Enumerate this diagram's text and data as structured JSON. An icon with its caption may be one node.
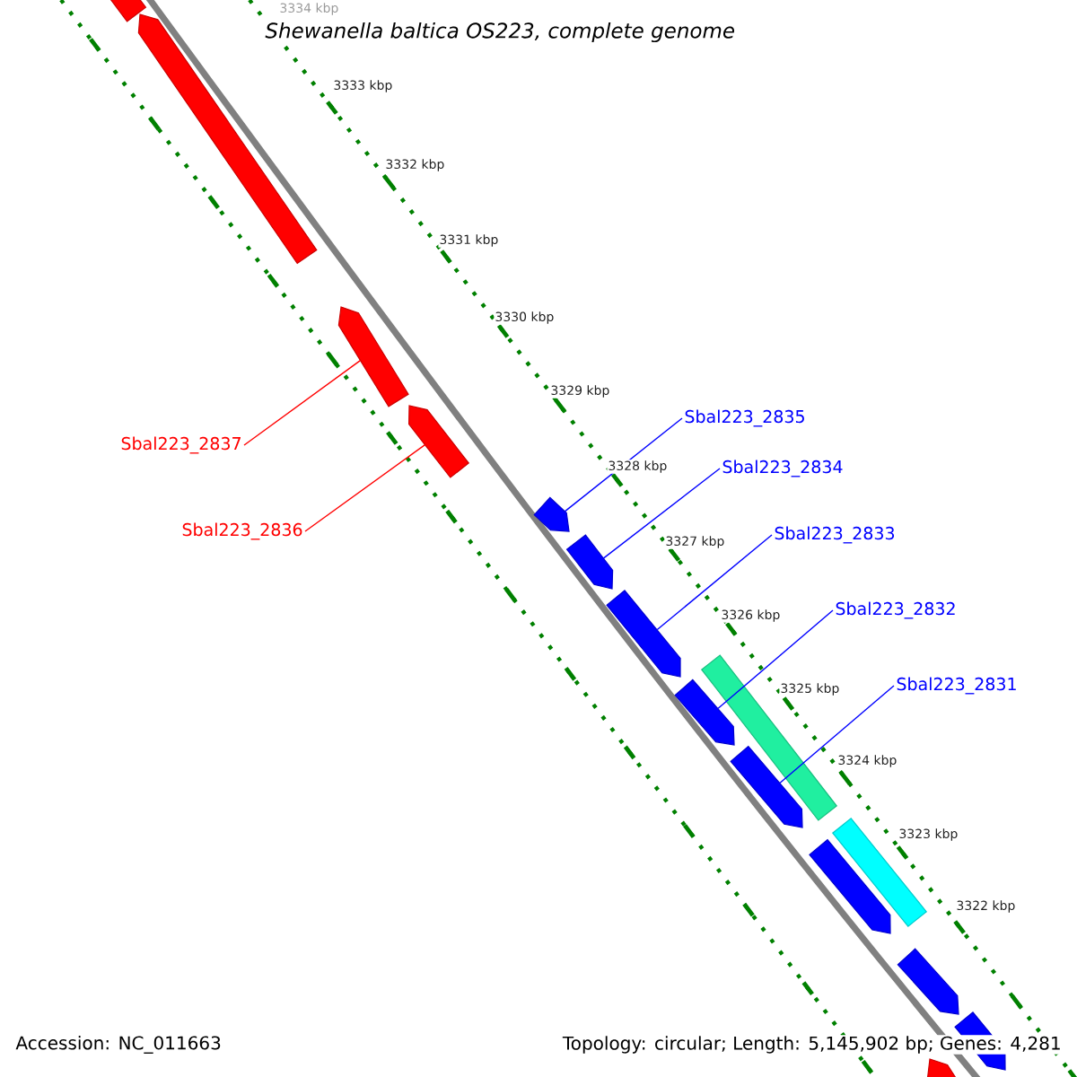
{
  "diagram": {
    "title": "Shewanella baltica OS223, complete genome",
    "nodes": [
      {
        "text": [],
        "shape": "arrow"
      },
      {
        "text": [],
        "shape": "arrow"
      },
      {
        "text": [],
        "shape": "arrow"
      },
      {
        "text": [],
        "shape": "arrow"
      },
      {
        "text": [
          "Sbal223_2835"
        ]
      },
      {
        "text": [
          "Sbal223_2837"
        ]
      },
      {
        "text": [
          "Sbal223_2834"
        ]
      },
      {
        "text": [],
        "shape": "arrow"
      },
      {
        "text": [
          "Sbal223_2836"
        ]
      },
      {
        "text": [],
        "shape": "arrow"
      },
      {
        "text": [
          "Sbal223_2833"
        ]
      },
      {
        "text": [],
        "shape": "arrow"
      },
      {
        "text": [
          "Sbal223_2832"
        ]
      },
      {
        "text": [],
        "shape": "arrow"
      },
      {
        "text": [],
        "shape": "arrow"
      },
      {
        "text": [
          "Sbal223_2831"
        ]
      },
      {
        "text": [],
        "shape": "arrow"
      },
      {
        "text": [],
        "shape": "arrow"
      },
      {
        "text": [],
        "shape": "arrow"
      },
      {
        "text": [],
        "shape": "arrow"
      },
      {
        "text": [],
        "shape": "arrow"
      },
      {
        "text": [],
        "shape": "arrow"
      }
    ],
    "edges": [
      {
        "from": 5,
        "to": 2,
        "arrow": "none",
        "color": "#ff0000"
      },
      {
        "from": 8,
        "to": 3,
        "arrow": "none",
        "color": "#ff0000"
      },
      {
        "from": 4,
        "to": 7,
        "arrow": "none"
      },
      {
        "from": 6,
        "to": 9,
        "arrow": "none"
      },
      {
        "from": 10,
        "to": 11,
        "arrow": "none"
      },
      {
        "from": 12,
        "to": 14,
        "arrow": "none"
      },
      {
        "from": 15,
        "to": 16,
        "arrow": "none"
      }
    ],
    "labels": [
      "3334 kbp",
      "3333 kbp",
      "3332 kbp",
      "3331 kbp",
      "3330 kbp",
      "3329 kbp",
      "3328 kbp",
      "3327 kbp",
      "3326 kbp",
      "3325 kbp",
      "3324 kbp",
      "3323 kbp",
      "3322 kbp",
      "Accession: NC_011663",
      "Topology: circular; Length: 5,145,902 bp; Genes: 4,281"
    ]
  }
}
